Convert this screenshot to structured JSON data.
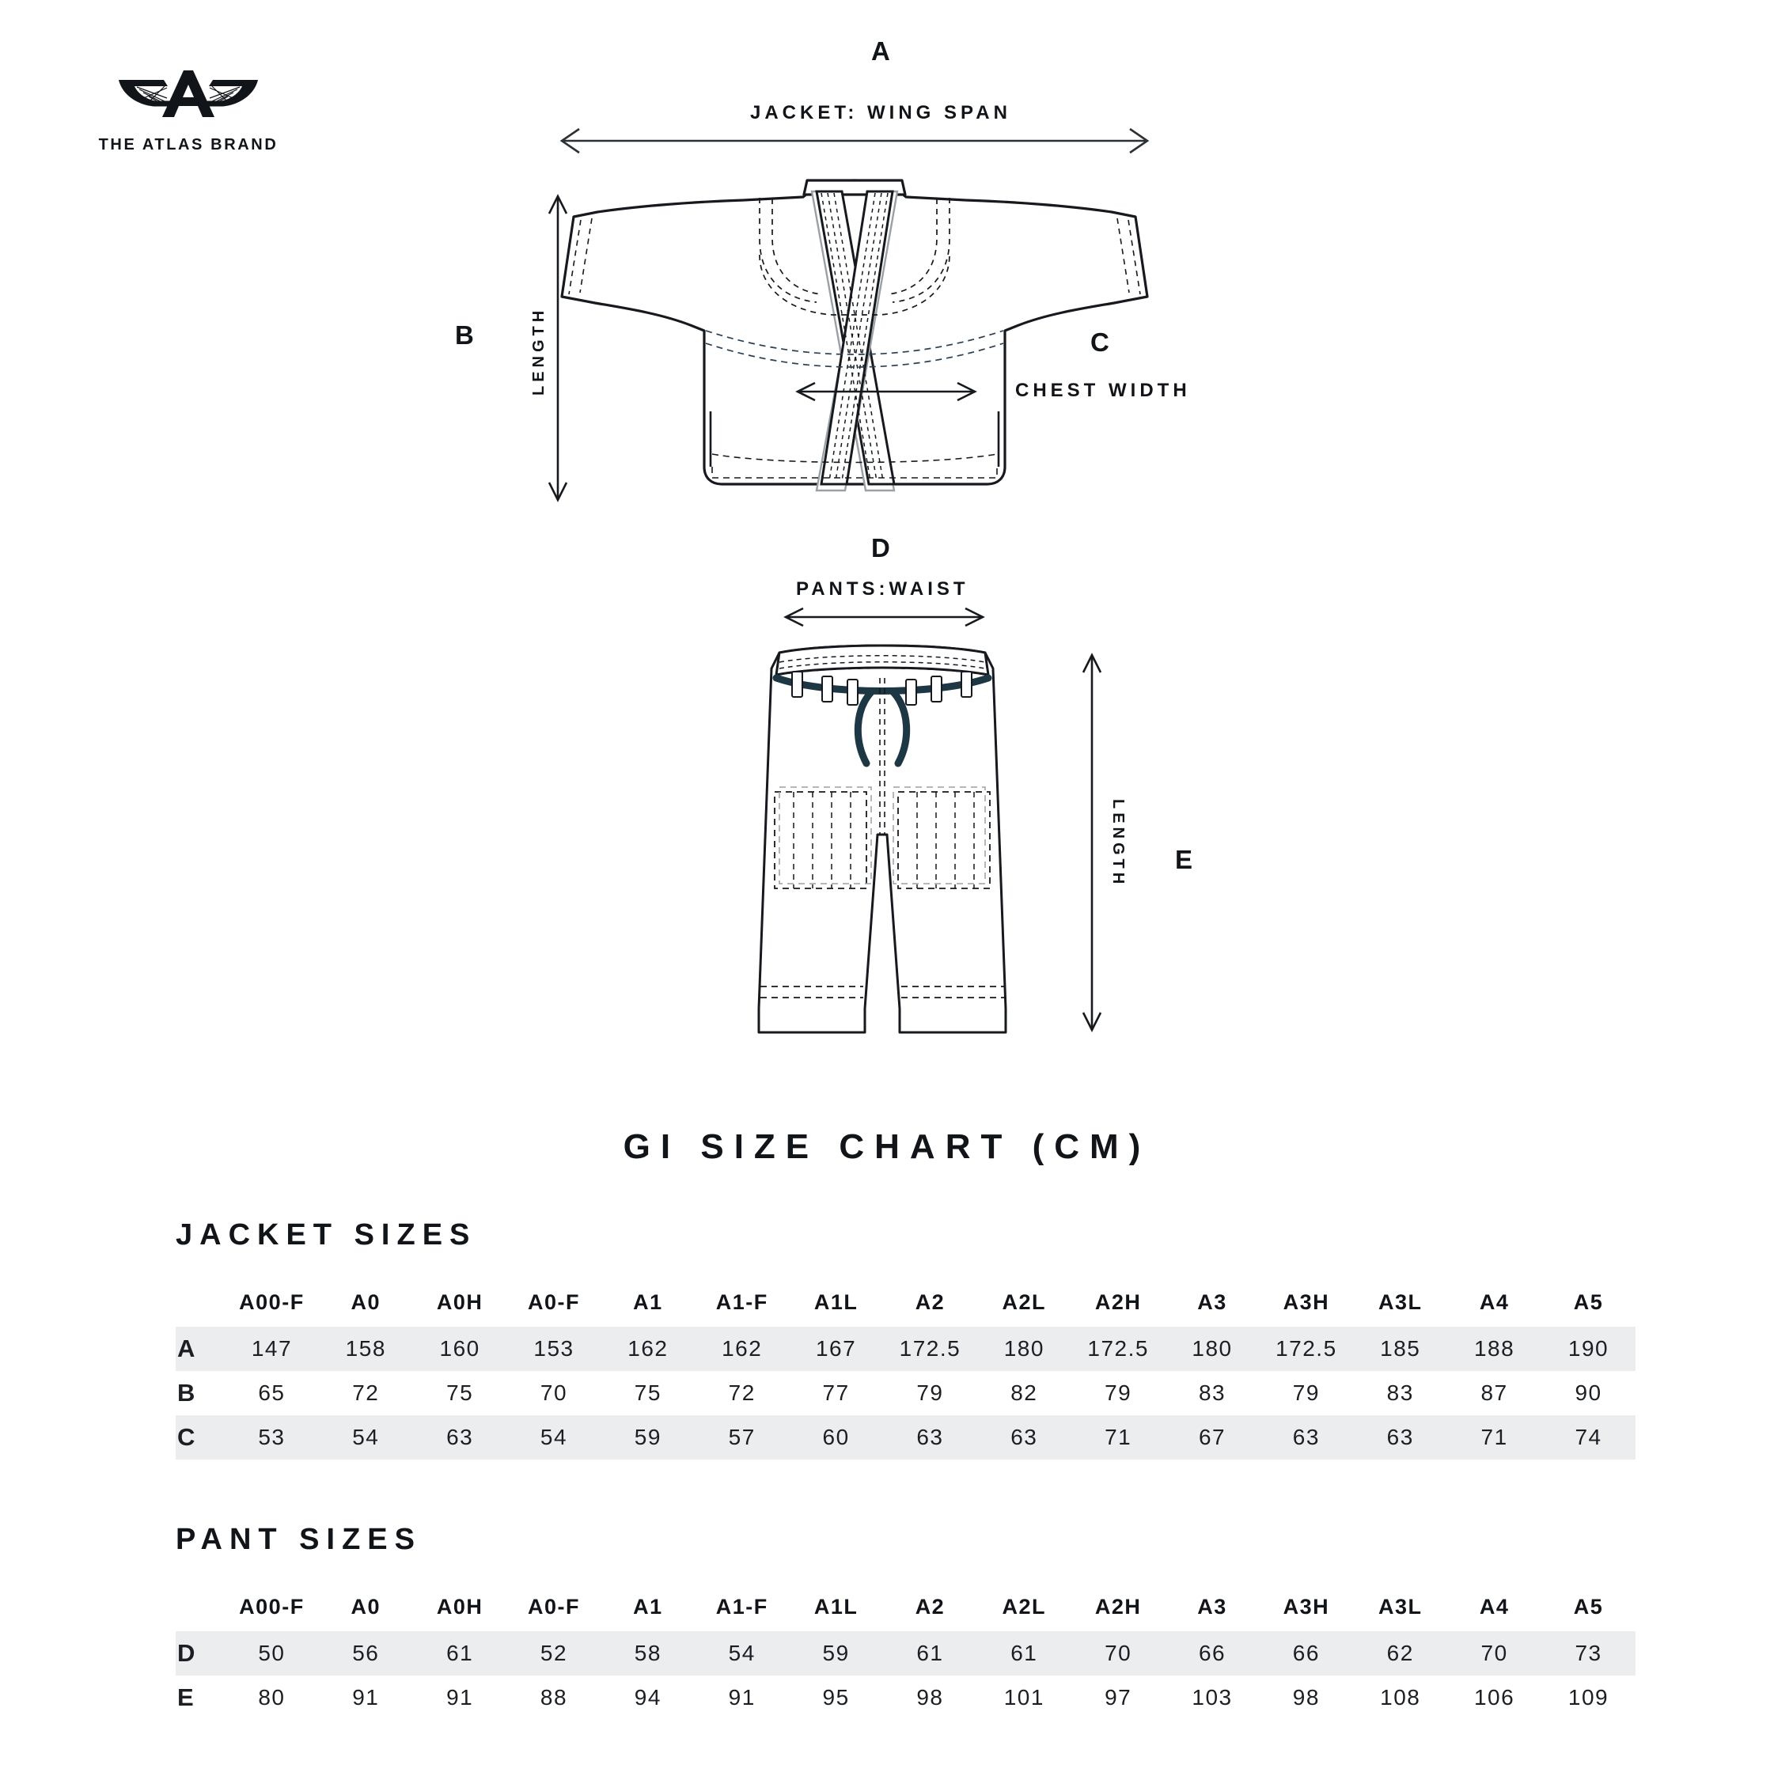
{
  "brand": {
    "logo_icon": "winged-a-logo",
    "name": "THE ATLAS BRAND"
  },
  "diagram": {
    "jacket": {
      "icon": "bjj-jacket-illustration",
      "wing_span": {
        "letter": "A",
        "caption": "JACKET: WING SPAN"
      },
      "length": {
        "letter": "B",
        "caption": "LENGTH"
      },
      "chest": {
        "letter": "C",
        "caption": "CHEST WIDTH"
      }
    },
    "pants": {
      "icon": "bjj-pants-illustration",
      "waist": {
        "letter": "D",
        "caption": "PANTS:WAIST"
      },
      "length": {
        "letter": "E",
        "caption": "LENGTH"
      }
    }
  },
  "title": "GI SIZE CHART (CM)",
  "chart_data": {
    "type": "table",
    "title": "GI SIZE CHART (CM)",
    "units": "cm",
    "tables": [
      {
        "id": "jacket",
        "heading": "JACKET SIZES",
        "columns": [
          "A00-F",
          "A0",
          "A0H",
          "A0-F",
          "A1",
          "A1-F",
          "A1L",
          "A2",
          "A2L",
          "A2H",
          "A3",
          "A3H",
          "A3L",
          "A4",
          "A5"
        ],
        "rows": [
          {
            "label": "A",
            "measure": "JACKET: WING SPAN",
            "shaded": true,
            "values": [
              "147",
              "158",
              "160",
              "153",
              "162",
              "162",
              "167",
              "172.5",
              "180",
              "172.5",
              "180",
              "172.5",
              "185",
              "188",
              "190"
            ]
          },
          {
            "label": "B",
            "measure": "LENGTH",
            "shaded": false,
            "values": [
              "65",
              "72",
              "75",
              "70",
              "75",
              "72",
              "77",
              "79",
              "82",
              "79",
              "83",
              "79",
              "83",
              "87",
              "90"
            ]
          },
          {
            "label": "C",
            "measure": "CHEST WIDTH",
            "shaded": true,
            "values": [
              "53",
              "54",
              "63",
              "54",
              "59",
              "57",
              "60",
              "63",
              "63",
              "71",
              "67",
              "63",
              "63",
              "71",
              "74"
            ]
          }
        ]
      },
      {
        "id": "pant",
        "heading": "PANT SIZES",
        "columns": [
          "A00-F",
          "A0",
          "A0H",
          "A0-F",
          "A1",
          "A1-F",
          "A1L",
          "A2",
          "A2L",
          "A2H",
          "A3",
          "A3H",
          "A3L",
          "A4",
          "A5"
        ],
        "rows": [
          {
            "label": "D",
            "measure": "PANTS:WAIST",
            "shaded": true,
            "values": [
              "50",
              "56",
              "61",
              "52",
              "58",
              "54",
              "59",
              "61",
              "61",
              "70",
              "66",
              "66",
              "62",
              "70",
              "73"
            ]
          },
          {
            "label": "E",
            "measure": "LENGTH",
            "shaded": false,
            "values": [
              "80",
              "91",
              "91",
              "88",
              "94",
              "91",
              "95",
              "98",
              "101",
              "97",
              "103",
              "98",
              "108",
              "106",
              "109"
            ]
          }
        ]
      }
    ]
  },
  "colors": {
    "ink": "#111418",
    "row_shade": "#ecedef",
    "drawstring": "#1e3744",
    "background": "#ffffff"
  }
}
